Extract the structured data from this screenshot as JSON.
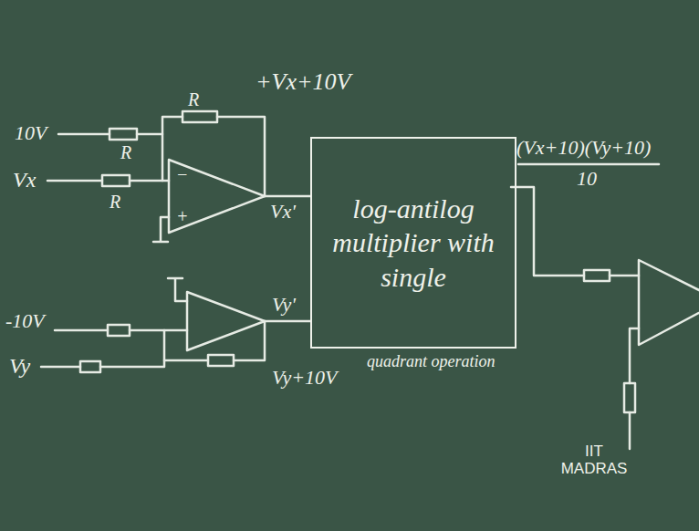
{
  "diagram": {
    "nodes": [
      {
        "text": [
          "log-antilog multiplier with single",
          "quadrant operation"
        ]
      }
    ],
    "labels": [
      "10V",
      "R",
      "R",
      "Vx",
      "R",
      "−",
      "+",
      "+Vx+10V",
      "Vx'",
      "-10V",
      "Vy",
      "Vy'",
      "Vy+10V",
      "(Vx+10)(Vy+10)",
      "10",
      "IIT MADRAS"
    ]
  }
}
